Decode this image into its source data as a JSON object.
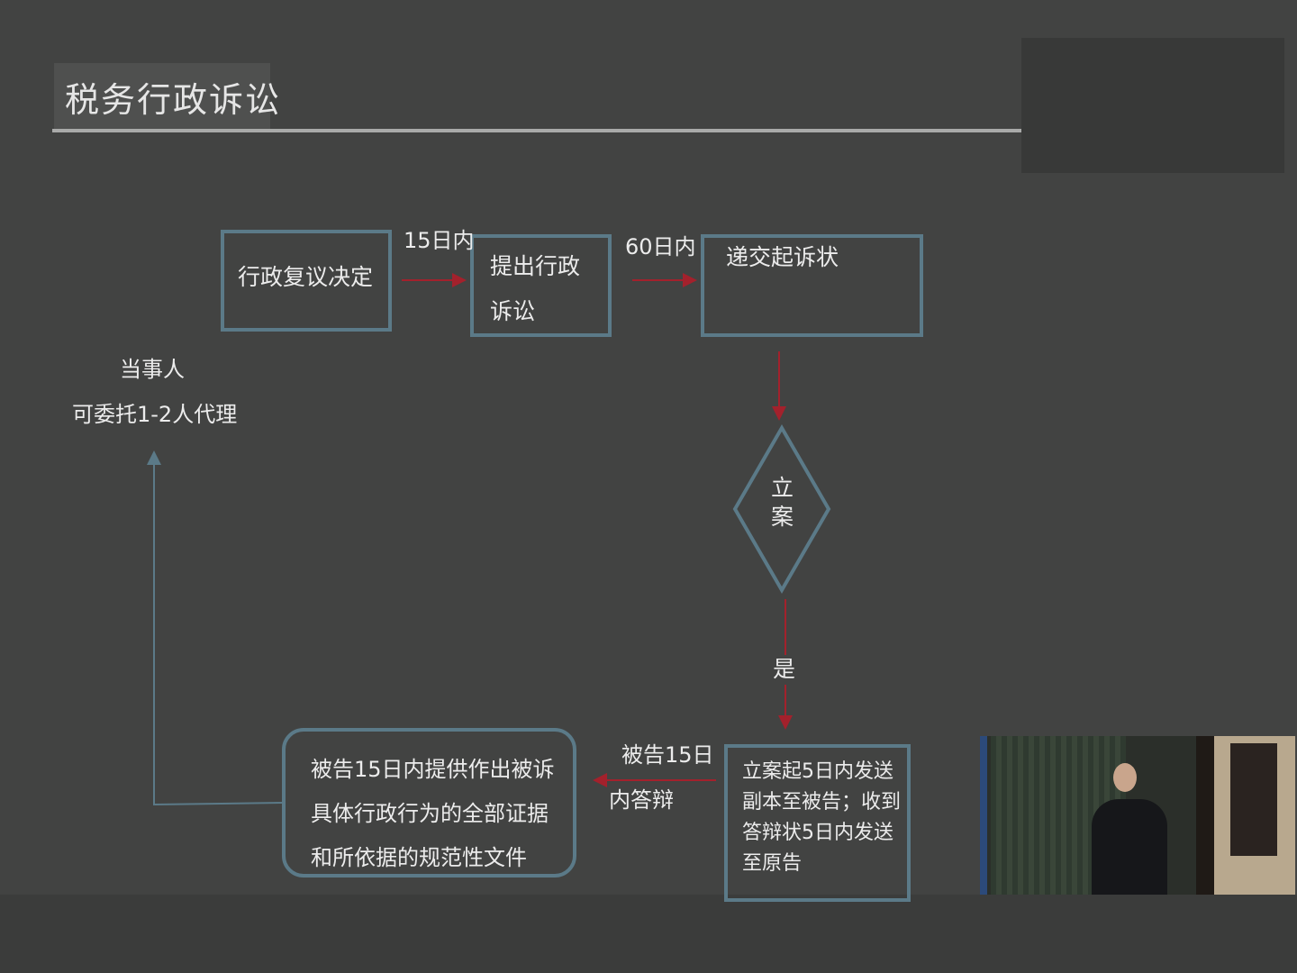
{
  "slide": {
    "title": "税务行政诉讼",
    "nodes": {
      "review_decision": "行政复议决定",
      "file_suit_line1": "提出行政",
      "file_suit_line2": "诉讼",
      "submit_complaint": "递交起诉状",
      "docket_line1": "立",
      "docket_line2": "案",
      "send_copy": [
        "立案起5日内发送",
        "副本至被告；收到",
        "答辩状5日内发送",
        "至原告"
      ],
      "evidence": [
        "被告15日内提供作出被诉",
        "具体行政行为的全部证据",
        "和所依据的规范性文件"
      ],
      "party_line1": "当事人",
      "party_line2": "可委托1-2人代理"
    },
    "edges": {
      "within_15_days": "15日内",
      "within_60_days": "60日内",
      "yes": "是",
      "defendant_reply_line1": "被告15日",
      "defendant_reply_line2": "内答辩"
    },
    "colors": {
      "box_border": "#5b7a88",
      "arrow_red": "#a3212c",
      "arrow_blue": "#5b7a88"
    }
  }
}
